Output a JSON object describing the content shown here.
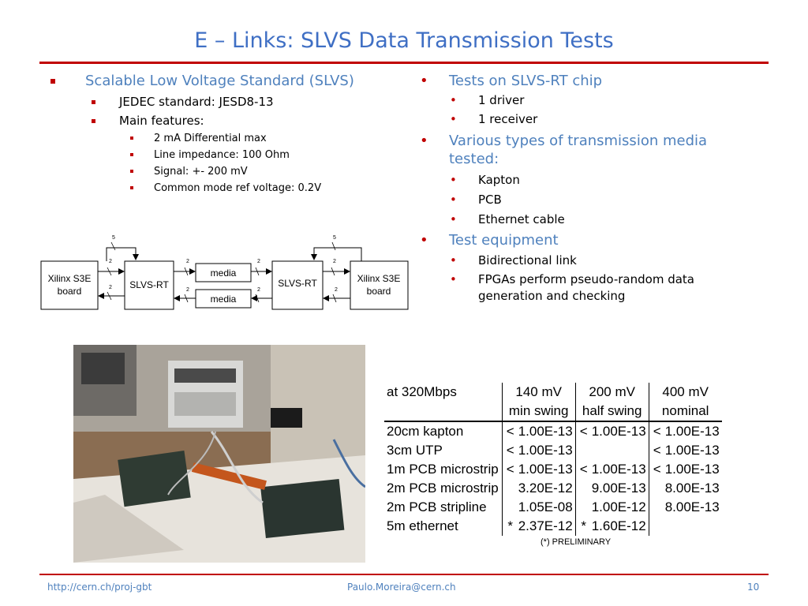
{
  "slide": {
    "title": "E – Links: SLVS Data Transmission Tests",
    "page_number": "10"
  },
  "left_bullets": {
    "l1": "Scalable Low Voltage Standard (SLVS)",
    "jedec": "JEDEC standard: JESD8-13",
    "main": "Main features:",
    "f1": "2 mA Differential max",
    "f2": "Line impedance: 100 Ohm",
    "f3": "Signal: +- 200 mV",
    "f4": "Common mode ref voltage: 0.2V"
  },
  "right_bullets": {
    "t1": "Tests on SLVS-RT chip",
    "t1a": "1 driver",
    "t1b": "1 receiver",
    "t2": "Various types of transmission media tested:",
    "t2a": "Kapton",
    "t2b": "PCB",
    "t2c": "Ethernet cable",
    "t3": "Test equipment",
    "t3a": "Bidirectional link",
    "t3b": "FPGAs perform pseudo-random data generation and checking"
  },
  "diagram": {
    "xilinx": "Xilinx S3E",
    "board": "board",
    "slvs_rt": "SLVS-RT",
    "media": "media",
    "bus5": "5",
    "bus2": "2"
  },
  "table": {
    "header": [
      "at 320Mbps",
      "140 mV",
      "200 mV",
      "400 mV"
    ],
    "subheader": [
      "",
      "min swing",
      "half swing",
      "nominal"
    ],
    "rows": [
      {
        "label": "20cm kapton",
        "c1s": "<",
        "c1": "1.00E-13",
        "c2s": "<",
        "c2": "1.00E-13",
        "c3s": "<",
        "c3": "1.00E-13"
      },
      {
        "label": "3cm UTP",
        "c1s": "<",
        "c1": "1.00E-13",
        "c2s": "",
        "c2": "",
        "c3s": "<",
        "c3": "1.00E-13"
      },
      {
        "label": "1m PCB microstrip",
        "c1s": "<",
        "c1": "1.00E-13",
        "c2s": "<",
        "c2": "1.00E-13",
        "c3s": "<",
        "c3": "1.00E-13"
      },
      {
        "label": "2m PCB microstrip",
        "c1s": "",
        "c1": "3.20E-12",
        "c2s": "",
        "c2": "9.00E-13",
        "c3s": "",
        "c3": "8.00E-13"
      },
      {
        "label": "2m PCB stripline",
        "c1s": "",
        "c1": "1.05E-08",
        "c2s": "",
        "c2": "1.00E-12",
        "c3s": "",
        "c3": "8.00E-13"
      },
      {
        "label": "5m ethernet",
        "c1s": "*",
        "c1": "2.37E-12",
        "c2s": "*",
        "c2": "1.60E-12",
        "c3s": "",
        "c3": ""
      }
    ],
    "note": "(*) PRELIMINARY"
  },
  "footer": {
    "left": "http://cern.ch/proj-gbt",
    "center": "Paulo.Moreira@cern.ch"
  },
  "colors": {
    "title": "#3f6fc4",
    "accent": "#c00000",
    "bullet_text": "#4f81bd"
  }
}
